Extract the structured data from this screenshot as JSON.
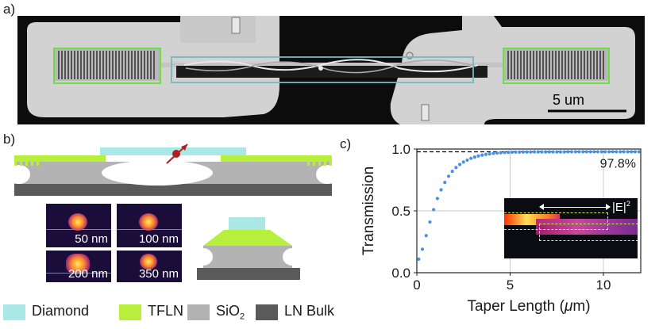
{
  "panels": {
    "a": {
      "label": "a)",
      "scale_bar": "5 um"
    },
    "b": {
      "label": "b)",
      "mode_labels": [
        "50 nm",
        "100 nm",
        "200 nm",
        "350 nm"
      ],
      "legend": [
        {
          "text": "Diamond",
          "color": "#a9e8e5"
        },
        {
          "text": "TFLN",
          "color": "#b7ef3c"
        },
        {
          "text": "SiO",
          "sub": "2",
          "color": "#b3b3b3"
        },
        {
          "text": "LN Bulk",
          "color": "#5a5a5a"
        }
      ]
    },
    "c": {
      "label": "c)",
      "inset_label": "|E|",
      "inset_sup": "2"
    }
  },
  "chart_data": {
    "type": "scatter",
    "xlabel": "Taper Length (",
    "xlabel_mu": "μ",
    "xlabel_end": "m)",
    "ylabel": "Transmission",
    "xlim": [
      0,
      12
    ],
    "ylim": [
      0,
      1.0
    ],
    "xticks": [
      0,
      5,
      10
    ],
    "yticks": [
      "0.0",
      "0.5",
      "1.0"
    ],
    "grid": true,
    "reference_line": {
      "y": 0.978,
      "style": "dashed"
    },
    "annotation": "97.8%",
    "series": [
      {
        "color": "#4a90e2",
        "x": [
          0.1,
          0.3,
          0.5,
          0.7,
          0.9,
          1.1,
          1.3,
          1.5,
          1.7,
          1.9,
          2.1,
          2.3,
          2.5,
          2.7,
          2.9,
          3.1,
          3.3,
          3.5,
          3.7,
          3.9,
          4.1,
          4.3,
          4.5,
          4.7,
          4.9,
          5.1,
          5.3,
          5.5,
          5.7,
          5.9,
          6.1,
          6.3,
          6.5,
          6.7,
          6.9,
          7.1,
          7.3,
          7.5,
          7.7,
          7.9,
          8.1,
          8.3,
          8.5,
          8.7,
          8.9,
          9.1,
          9.3,
          9.5,
          9.7,
          9.9,
          10.1,
          10.3,
          10.5,
          10.7,
          10.9,
          11.1,
          11.3,
          11.5,
          11.7,
          11.9
        ],
        "y": [
          0.11,
          0.19,
          0.3,
          0.41,
          0.51,
          0.6,
          0.67,
          0.73,
          0.78,
          0.82,
          0.85,
          0.875,
          0.895,
          0.91,
          0.925,
          0.935,
          0.944,
          0.951,
          0.957,
          0.961,
          0.965,
          0.968,
          0.97,
          0.972,
          0.973,
          0.974,
          0.975,
          0.975,
          0.976,
          0.976,
          0.976,
          0.977,
          0.977,
          0.977,
          0.977,
          0.977,
          0.977,
          0.977,
          0.977,
          0.977,
          0.978,
          0.978,
          0.978,
          0.978,
          0.978,
          0.978,
          0.978,
          0.978,
          0.978,
          0.978,
          0.978,
          0.978,
          0.978,
          0.978,
          0.978,
          0.978,
          0.978,
          0.978,
          0.978,
          0.978
        ]
      }
    ]
  }
}
